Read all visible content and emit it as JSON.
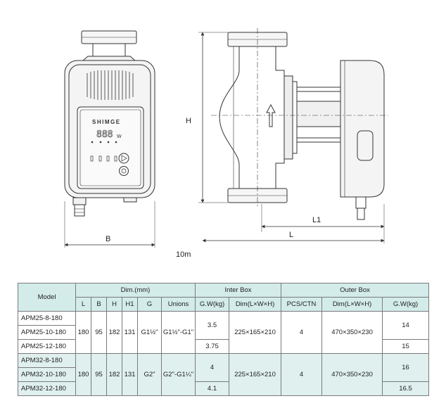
{
  "drawing": {
    "label_H": "H",
    "label_B": "B",
    "label_L": "L",
    "label_L1": "L1",
    "note": "10m",
    "brand": "SHIMGE",
    "display_digits": "888",
    "display_unit": "W"
  },
  "table": {
    "headers": {
      "model": "Model",
      "dim": "Dim.(mm)",
      "inter_box": "Inter Box",
      "outer_box": "Outer Box"
    },
    "subheaders": [
      "L",
      "B",
      "H",
      "H1",
      "G",
      "Unions",
      "G.W(kg)",
      "Dim(L×W×H)",
      "PCS/CTN",
      "Dim(L×W×H)",
      "G.W(kg)"
    ],
    "groups": [
      {
        "models": [
          "APM25-8-180",
          "APM25-10-180",
          "APM25-12-180"
        ],
        "L": "180",
        "B": "95",
        "H": "182",
        "H1": "131",
        "G": "G1½\"",
        "unions": "G1½\"-G1\"",
        "inter_gw": [
          "3.5",
          "3.75"
        ],
        "inter_dim": "225×165×210",
        "pcs": "4",
        "outer_dim": "470×350×230",
        "outer_gw": [
          "14",
          "15"
        ]
      },
      {
        "models": [
          "APM32-8-180",
          "APM32-10-180",
          "APM32-12-180"
        ],
        "L": "180",
        "B": "95",
        "H": "182",
        "H1": "131",
        "G": "G2\"",
        "unions": "G2\"-G1¼\"",
        "inter_gw": [
          "4",
          "4.1"
        ],
        "inter_dim": "225×165×210",
        "pcs": "4",
        "outer_dim": "470×350×230",
        "outer_gw": [
          "16",
          "16.5"
        ]
      }
    ]
  }
}
